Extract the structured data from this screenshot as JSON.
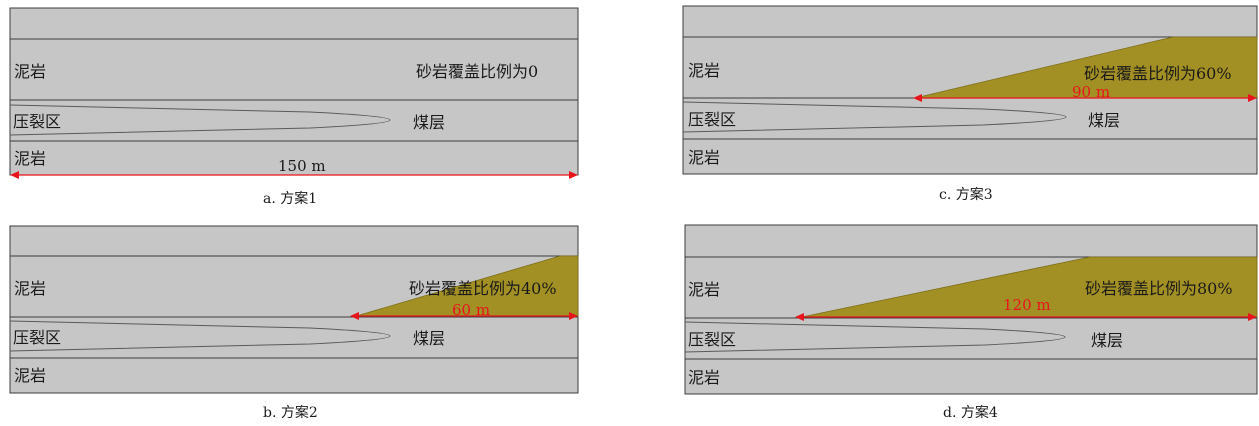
{
  "colors": {
    "rock": "#c6c6c6",
    "sandstone": "#a39024",
    "border": "#3c3c3c",
    "arrow": "#e8141b",
    "fracture": "#5a5a5a"
  },
  "labels": {
    "mudstone": "泥岩",
    "fracture_zone": "压裂区",
    "coal_seam": "煤层"
  },
  "panels": [
    {
      "caption": "a. 方案1",
      "coverage_text": "砂岩覆盖比例为0",
      "coverage_ratio": 0,
      "length_text": "150 m"
    },
    {
      "caption": "b. 方案2",
      "coverage_text": "砂岩覆盖比例为40%",
      "coverage_ratio": 0.4,
      "length_text": "60 m"
    },
    {
      "caption": "c. 方案3",
      "coverage_text": "砂岩覆盖比例为60%",
      "coverage_ratio": 0.6,
      "length_text": "90 m"
    },
    {
      "caption": "d. 方案4",
      "coverage_text": "砂岩覆盖比例为80%",
      "coverage_ratio": 0.8,
      "length_text": "120 m"
    }
  ]
}
